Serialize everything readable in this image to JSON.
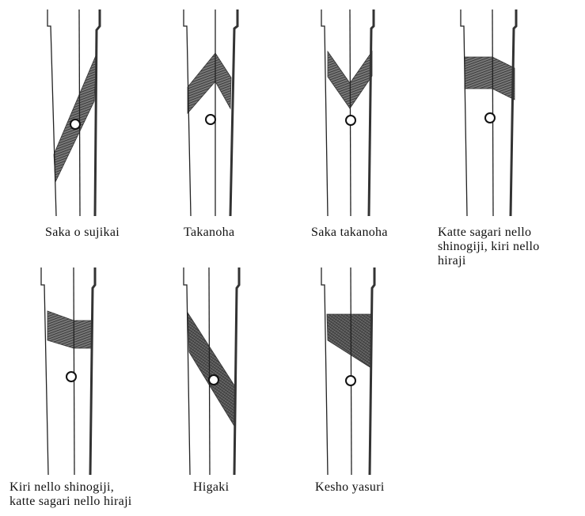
{
  "figure": {
    "panels": [
      {
        "label": "Saka o sujikai"
      },
      {
        "label": "Takanoha"
      },
      {
        "label": "Saka takanoha"
      },
      {
        "label_lines": [
          "Katte sagari nello",
          "shinogiji, kiri nello",
          "hiraji"
        ]
      },
      {
        "label_lines": [
          "Kiri nello shinogiji,",
          "katte sagari nello hiraji"
        ]
      },
      {
        "label": "Higaki"
      },
      {
        "label": "Kesho yasuri"
      }
    ]
  }
}
